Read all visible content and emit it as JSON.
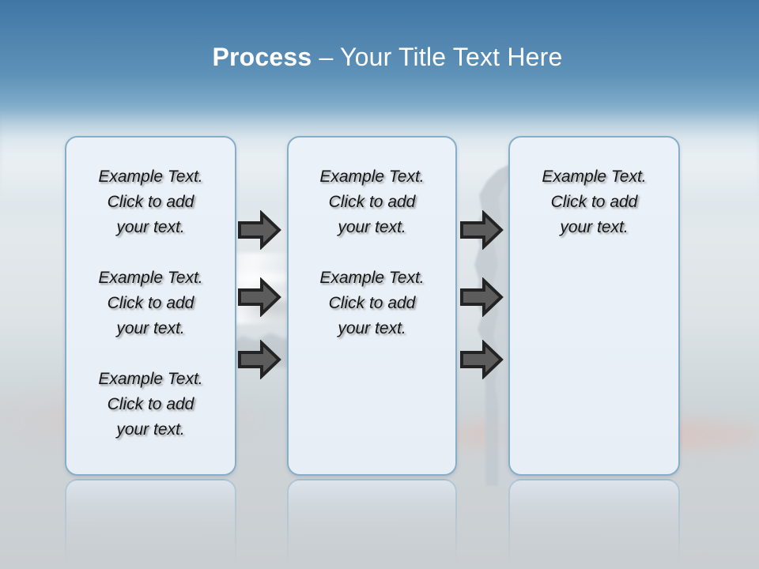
{
  "slide": {
    "title": {
      "strong": "Process",
      "rest": " – Your Title Text Here"
    },
    "colors": {
      "title_text": "#ffffff",
      "sky_top": "#3f76a4",
      "sky_bottom": "#c9ced2",
      "box_fill": "#e9f0f7",
      "box_border": "#86aec8",
      "arrow_fill": "#5c5c5c",
      "arrow_outline": "#232323",
      "body_text": "#141414"
    },
    "boxes": [
      {
        "name": "process-box-1",
        "paragraphs": [
          "Example Text.\nClick  to add\nyour text.",
          "Example Text.\nClick  to add\nyour text.",
          "Example Text.\nClick  to add\nyour text."
        ]
      },
      {
        "name": "process-box-2",
        "paragraphs": [
          "Example Text.\nClick  to add\nyour text.",
          "Example Text.\nClick  to add\nyour text."
        ]
      },
      {
        "name": "process-box-3",
        "paragraphs": [
          "Example Text.\nClick  to add\nyour text."
        ]
      }
    ],
    "arrows": {
      "icon": "arrow-right-icon",
      "count": 6,
      "groups": [
        {
          "name": "arrow-group-1",
          "labels": [
            "arrow-right-1",
            "arrow-right-2",
            "arrow-right-3"
          ]
        },
        {
          "name": "arrow-group-2",
          "labels": [
            "arrow-right-4",
            "arrow-right-5",
            "arrow-right-6"
          ]
        }
      ]
    }
  }
}
